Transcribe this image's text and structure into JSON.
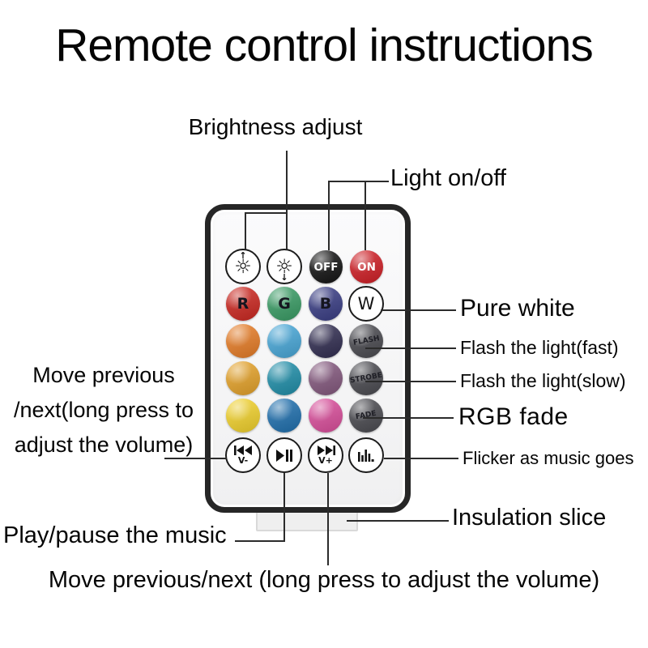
{
  "title": "Remote control instructions",
  "callouts": {
    "brightness": "Brightness adjust",
    "light_on_off": "Light on/off",
    "pure_white": "Pure white",
    "flash_fast": "Flash the light(fast)",
    "flash_slow": "Flash the light(slow)",
    "rgb_fade": "RGB fade",
    "flicker": "Flicker as music goes",
    "move_prev_line1": "Move previous",
    "move_prev_line2": "/next(long press to",
    "move_prev_line3": "adjust the volume)",
    "play_pause": "Play/pause the music",
    "insulation": "Insulation slice",
    "move_prev_bottom": "Move previous/next (long press to adjust the volume)"
  },
  "remote": {
    "buttons": {
      "off": "OFF",
      "on": "ON",
      "r": "R",
      "g": "G",
      "b": "B",
      "w": "W",
      "flash": "FLASH",
      "strobe": "STROBE",
      "fade": "FADE",
      "v_minus": "V-",
      "v_plus": "V+"
    }
  },
  "colors": {
    "off": "#141414",
    "on": "#d21f26",
    "red": "#ce2821",
    "green": "#3a9e66",
    "navy_b": "#3a3e86",
    "orange": "#e97e27",
    "sky": "#49a9da",
    "dark_navy": "#322e52",
    "amber": "#e7a42a",
    "teal": "#2090ab",
    "mauve": "#85597f",
    "yellow": "#f4d42d",
    "blue": "#2071b0",
    "pink": "#dc4f9d",
    "function_button": "#4b4b51",
    "remote_border": "#262626",
    "callout_line": "#2b2b2b"
  }
}
